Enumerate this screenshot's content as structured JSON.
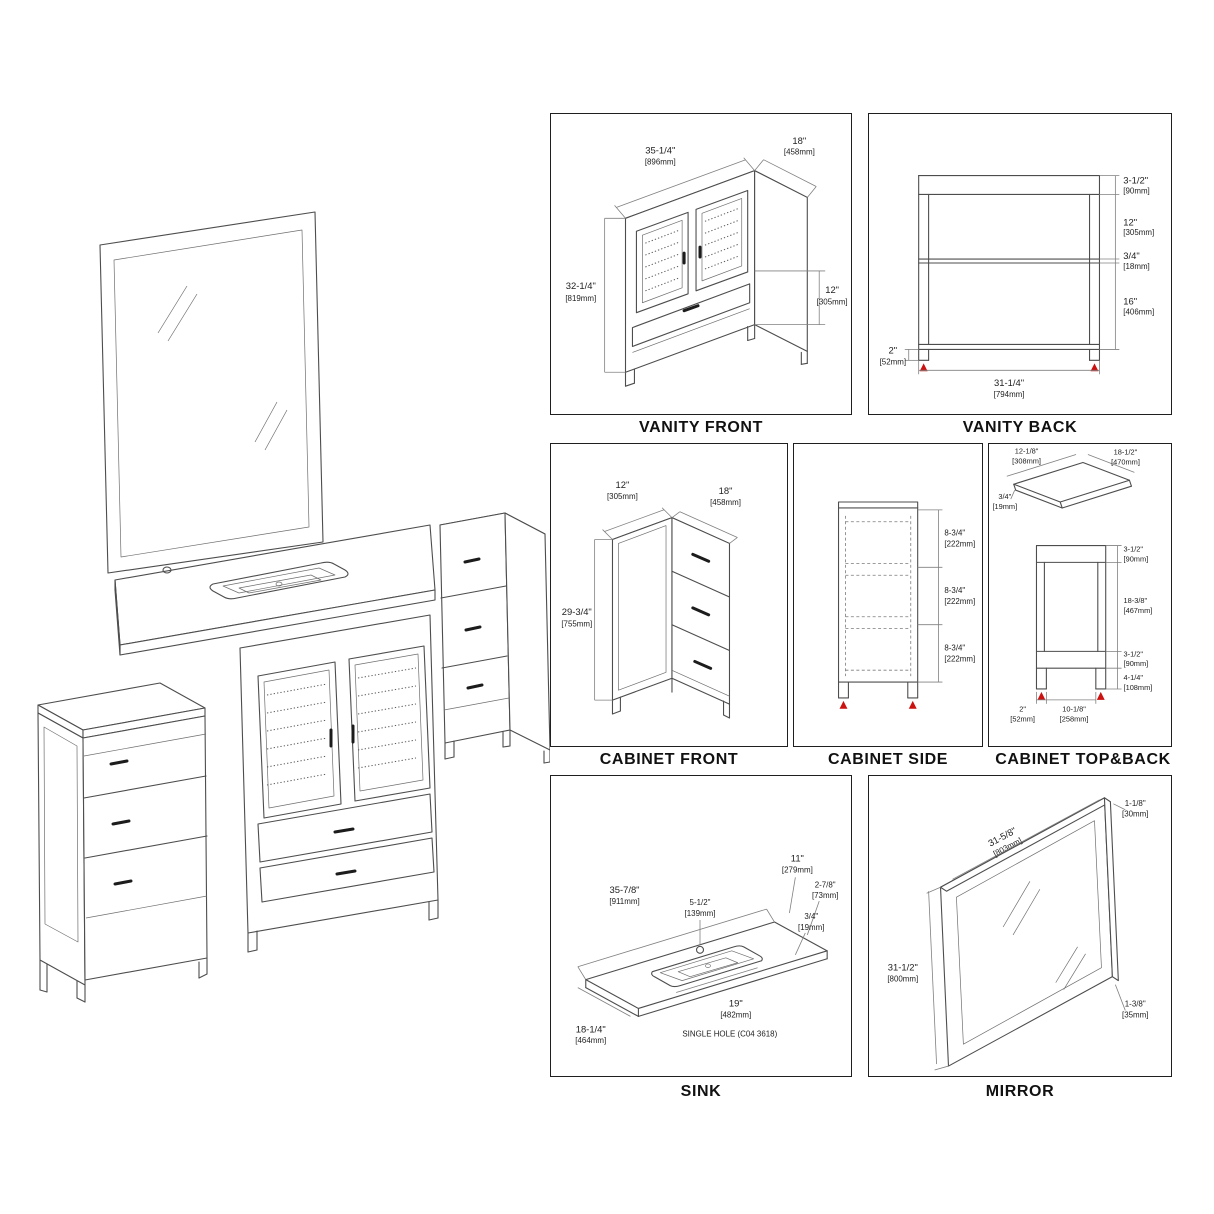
{
  "colors": {
    "background": "#ffffff",
    "line": "#4d4d4d",
    "dim_text": "#222222",
    "red_arrow": "#cc1111"
  },
  "panels": {
    "vanity_front": {
      "title": "VANITY FRONT",
      "dims": {
        "width": {
          "in": "35-1/4\"",
          "mm": "[896mm]"
        },
        "depth": {
          "in": "18\"",
          "mm": "[458mm]"
        },
        "height": {
          "in": "32-1/4\"",
          "mm": "[819mm]"
        },
        "drawer": {
          "in": "12\"",
          "mm": "[305mm]"
        }
      }
    },
    "vanity_back": {
      "title": "VANITY BACK",
      "dims": {
        "top_rail": {
          "in": "3-1/2\"",
          "mm": "[90mm]"
        },
        "upper_opening": {
          "in": "12\"",
          "mm": "[305mm]"
        },
        "rail": {
          "in": "3/4\"",
          "mm": "[18mm]"
        },
        "lower_opening": {
          "in": "16\"",
          "mm": "[406mm]"
        },
        "leg": {
          "in": "2\"",
          "mm": "[52mm]"
        },
        "width": {
          "in": "31-1/4\"",
          "mm": "[794mm]"
        }
      }
    },
    "cabinet_front": {
      "title": "CABINET FRONT",
      "dims": {
        "width": {
          "in": "12\"",
          "mm": "[305mm]"
        },
        "depth": {
          "in": "18\"",
          "mm": "[458mm]"
        },
        "height": {
          "in": "29-3/4\"",
          "mm": "[755mm]"
        }
      }
    },
    "cabinet_side": {
      "title": "CABINET SIDE",
      "dims": {
        "drawer1": {
          "in": "8-3/4\"",
          "mm": "[222mm]"
        },
        "drawer2": {
          "in": "8-3/4\"",
          "mm": "[222mm]"
        },
        "drawer3": {
          "in": "8-3/4\"",
          "mm": "[222mm]"
        }
      }
    },
    "cabinet_topback": {
      "title": "CABINET TOP&BACK",
      "dims": {
        "top_width": {
          "in": "12-1/8\"",
          "mm": "[308mm]"
        },
        "top_depth": {
          "in": "18-1/2\"",
          "mm": "[470mm]"
        },
        "top_thickness": {
          "in": "3/4\"",
          "mm": "[19mm]"
        },
        "top_rail": {
          "in": "3-1/2\"",
          "mm": "[90mm]"
        },
        "opening": {
          "in": "18-3/8\"",
          "mm": "[467mm]"
        },
        "bottom_rail": {
          "in": "3-1/2\"",
          "mm": "[90mm]"
        },
        "foot": {
          "in": "4-1/4\"",
          "mm": "[108mm]"
        },
        "leg": {
          "in": "2\"",
          "mm": "[52mm]"
        },
        "back_width": {
          "in": "10-1/8\"",
          "mm": "[258mm]"
        }
      }
    },
    "sink": {
      "title": "SINK",
      "note": "SINGLE HOLE (C04 3618)",
      "dims": {
        "width": {
          "in": "35-7/8\"",
          "mm": "[911mm]"
        },
        "back_ledge": {
          "in": "11\"",
          "mm": "[279mm]"
        },
        "front_ledge": {
          "in": "2-7/8\"",
          "mm": "[73mm]"
        },
        "thickness": {
          "in": "3/4\"",
          "mm": "[19mm]"
        },
        "hole_offset": {
          "in": "5-1/2\"",
          "mm": "[139mm]"
        },
        "basin_width": {
          "in": "19\"",
          "mm": "[482mm]"
        },
        "depth": {
          "in": "18-1/4\"",
          "mm": "[464mm]"
        }
      }
    },
    "mirror": {
      "title": "MIRROR",
      "dims": {
        "frame_top": {
          "in": "1-1/8\"",
          "mm": "[30mm]"
        },
        "width": {
          "in": "31-5/8\"",
          "mm": "[803mm]"
        },
        "height": {
          "in": "31-1/2\"",
          "mm": "[800mm]"
        },
        "frame_bottom": {
          "in": "1-3/8\"",
          "mm": "[35mm]"
        }
      }
    }
  }
}
